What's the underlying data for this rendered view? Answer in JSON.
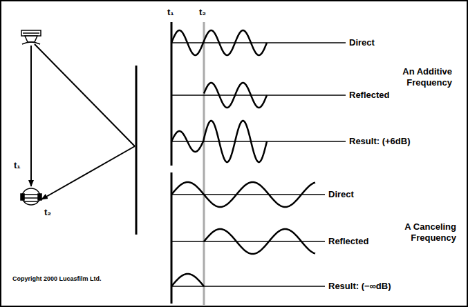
{
  "diagram": {
    "labels": [
      "t₁",
      "t₂",
      "t₁",
      "t₂",
      "Direct",
      "Reflected",
      "Result: (+6dB)",
      "An Additive Frequency",
      "Direct",
      "Reflected",
      "Result: (−∞dB)",
      "A Canceling Frequency",
      "Copyright 2000 Lucasfilm Ltd."
    ]
  }
}
